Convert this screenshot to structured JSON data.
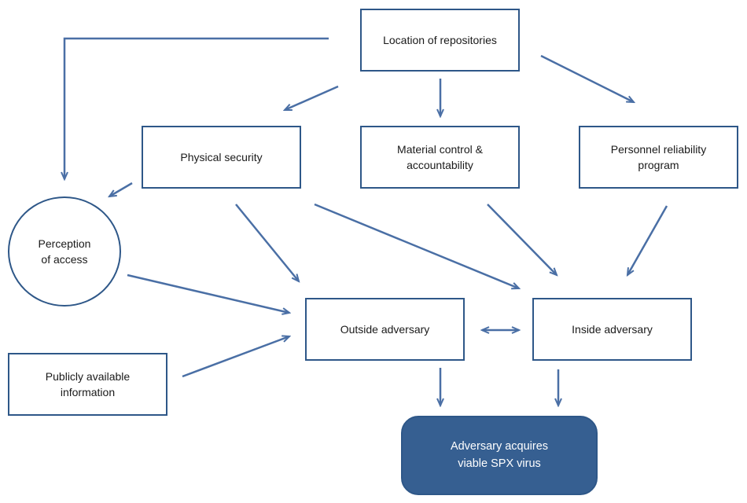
{
  "colors": {
    "line": "#4a6fa5",
    "border": "#2e5788",
    "outcome_fill": "#365f91"
  },
  "nodes": {
    "location": "Location of repositories",
    "physical": "Physical security",
    "mca": "Material control &\naccountability",
    "prp": "Personnel reliability\nprogram",
    "perception": "Perception\nof access",
    "public": "Publicly available\ninformation",
    "outside": "Outside adversary",
    "inside": "Inside adversary",
    "outcome": "Adversary acquires\nviable SPX virus"
  }
}
